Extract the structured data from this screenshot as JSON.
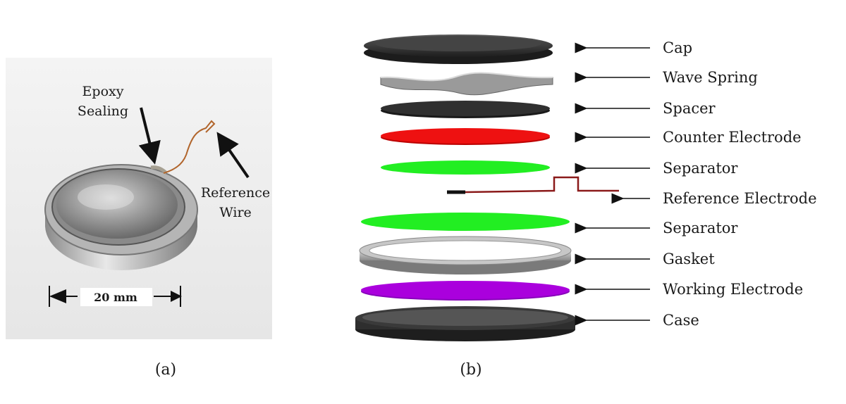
{
  "panel_a": {
    "caption": "(a)",
    "annotation_epoxy_line1": "Epoxy",
    "annotation_epoxy_line2": "Sealing",
    "annotation_wire_line1": "Reference",
    "annotation_wire_line2": "Wire",
    "scale_label": "20 mm"
  },
  "panel_b": {
    "caption": "(b)",
    "layers": [
      {
        "label": "Cap",
        "color": "#3a3a3a"
      },
      {
        "label": "Wave Spring",
        "color": "#9a9a9a"
      },
      {
        "label": "Spacer",
        "color": "#303030"
      },
      {
        "label": "Counter Electrode",
        "color": "#ee1111"
      },
      {
        "label": "Separator",
        "color": "#22ee22"
      },
      {
        "label": "Reference Electrode",
        "color": "#8b1a1a"
      },
      {
        "label": "Separator",
        "color": "#22ee22"
      },
      {
        "label": "Gasket",
        "color": "#a8a8a8"
      },
      {
        "label": "Working Electrode",
        "color": "#aa00dd"
      },
      {
        "label": "Case",
        "color": "#3a3a3a"
      }
    ]
  }
}
